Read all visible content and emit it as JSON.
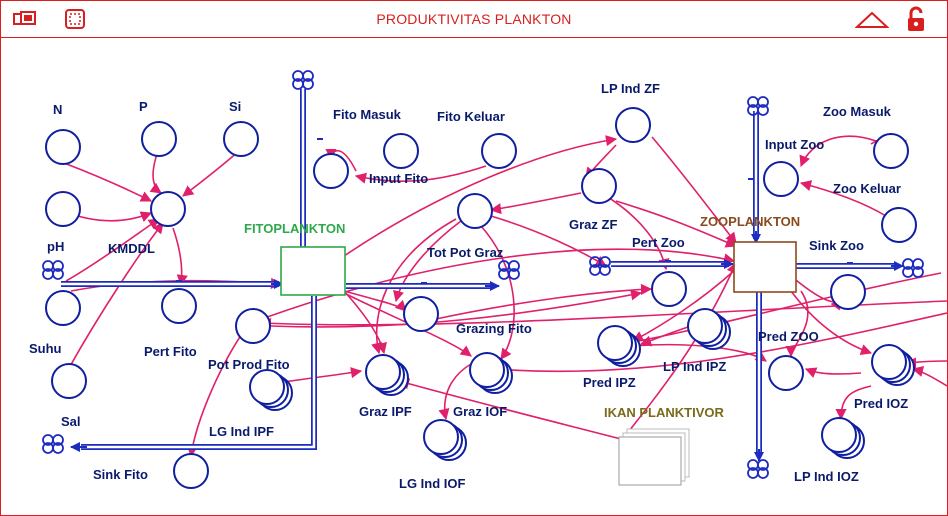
{
  "window": {
    "title": "PRODUKTIVITAS PLANKTON",
    "icons": [
      "layers-icon",
      "select-icon",
      "triangle-up-icon",
      "lock-open-icon"
    ],
    "colors": {
      "frame": "#d81e1e",
      "converter": "#0f1fa0",
      "connector": "#e0206a",
      "flow": "#1c2bc0",
      "fito_stock": "#2ea84a",
      "zoo_stock": "#8a4a1e",
      "ikan_label": "#7a6a1a"
    }
  },
  "labels": {
    "n": "N",
    "p": "P",
    "si": "Si",
    "ph": "pH",
    "kmddl": "KMDDL",
    "suhu": "Suhu",
    "pert_fito": "Pert Fito",
    "pot_prod_fito": "Pot Prod Fito",
    "sal": "Sal",
    "sink_fito": "Sink Fito",
    "lg_ind_ipf": "LG Ind IPF",
    "fito_masuk": "Fito Masuk",
    "fito_keluar": "Fito Keluar",
    "input_fito": "Input Fito",
    "fitoplankton": "FITOPLANKTON",
    "tot_pot_graz": "Tot Pot Graz",
    "grazing_fito": "Grazing Fito",
    "graz_ipf": "Graz IPF",
    "graz_iof": "Graz IOF",
    "lg_ind_iof": "LG Ind IOF",
    "lp_ind_zf": "LP Ind ZF",
    "graz_zf": "Graz ZF",
    "pert_zoo": "Pert  Zoo",
    "zooplankton": "ZOOPLANKTON",
    "zoo_masuk": "Zoo Masuk",
    "input_zoo": "Input Zoo",
    "zoo_keluar": "Zoo Keluar",
    "sink_zoo": "Sink Zoo",
    "pred_zoo": "Pred ZOO",
    "lp_ind_ipz": "LP Ind IPZ",
    "pred_ipz": "Pred IPZ",
    "pred_ioz": "Pred IOZ",
    "lp_ind_ioz": "LP Ind IOZ",
    "ikan_planktivor": "IKAN PLANKTIVOR"
  }
}
